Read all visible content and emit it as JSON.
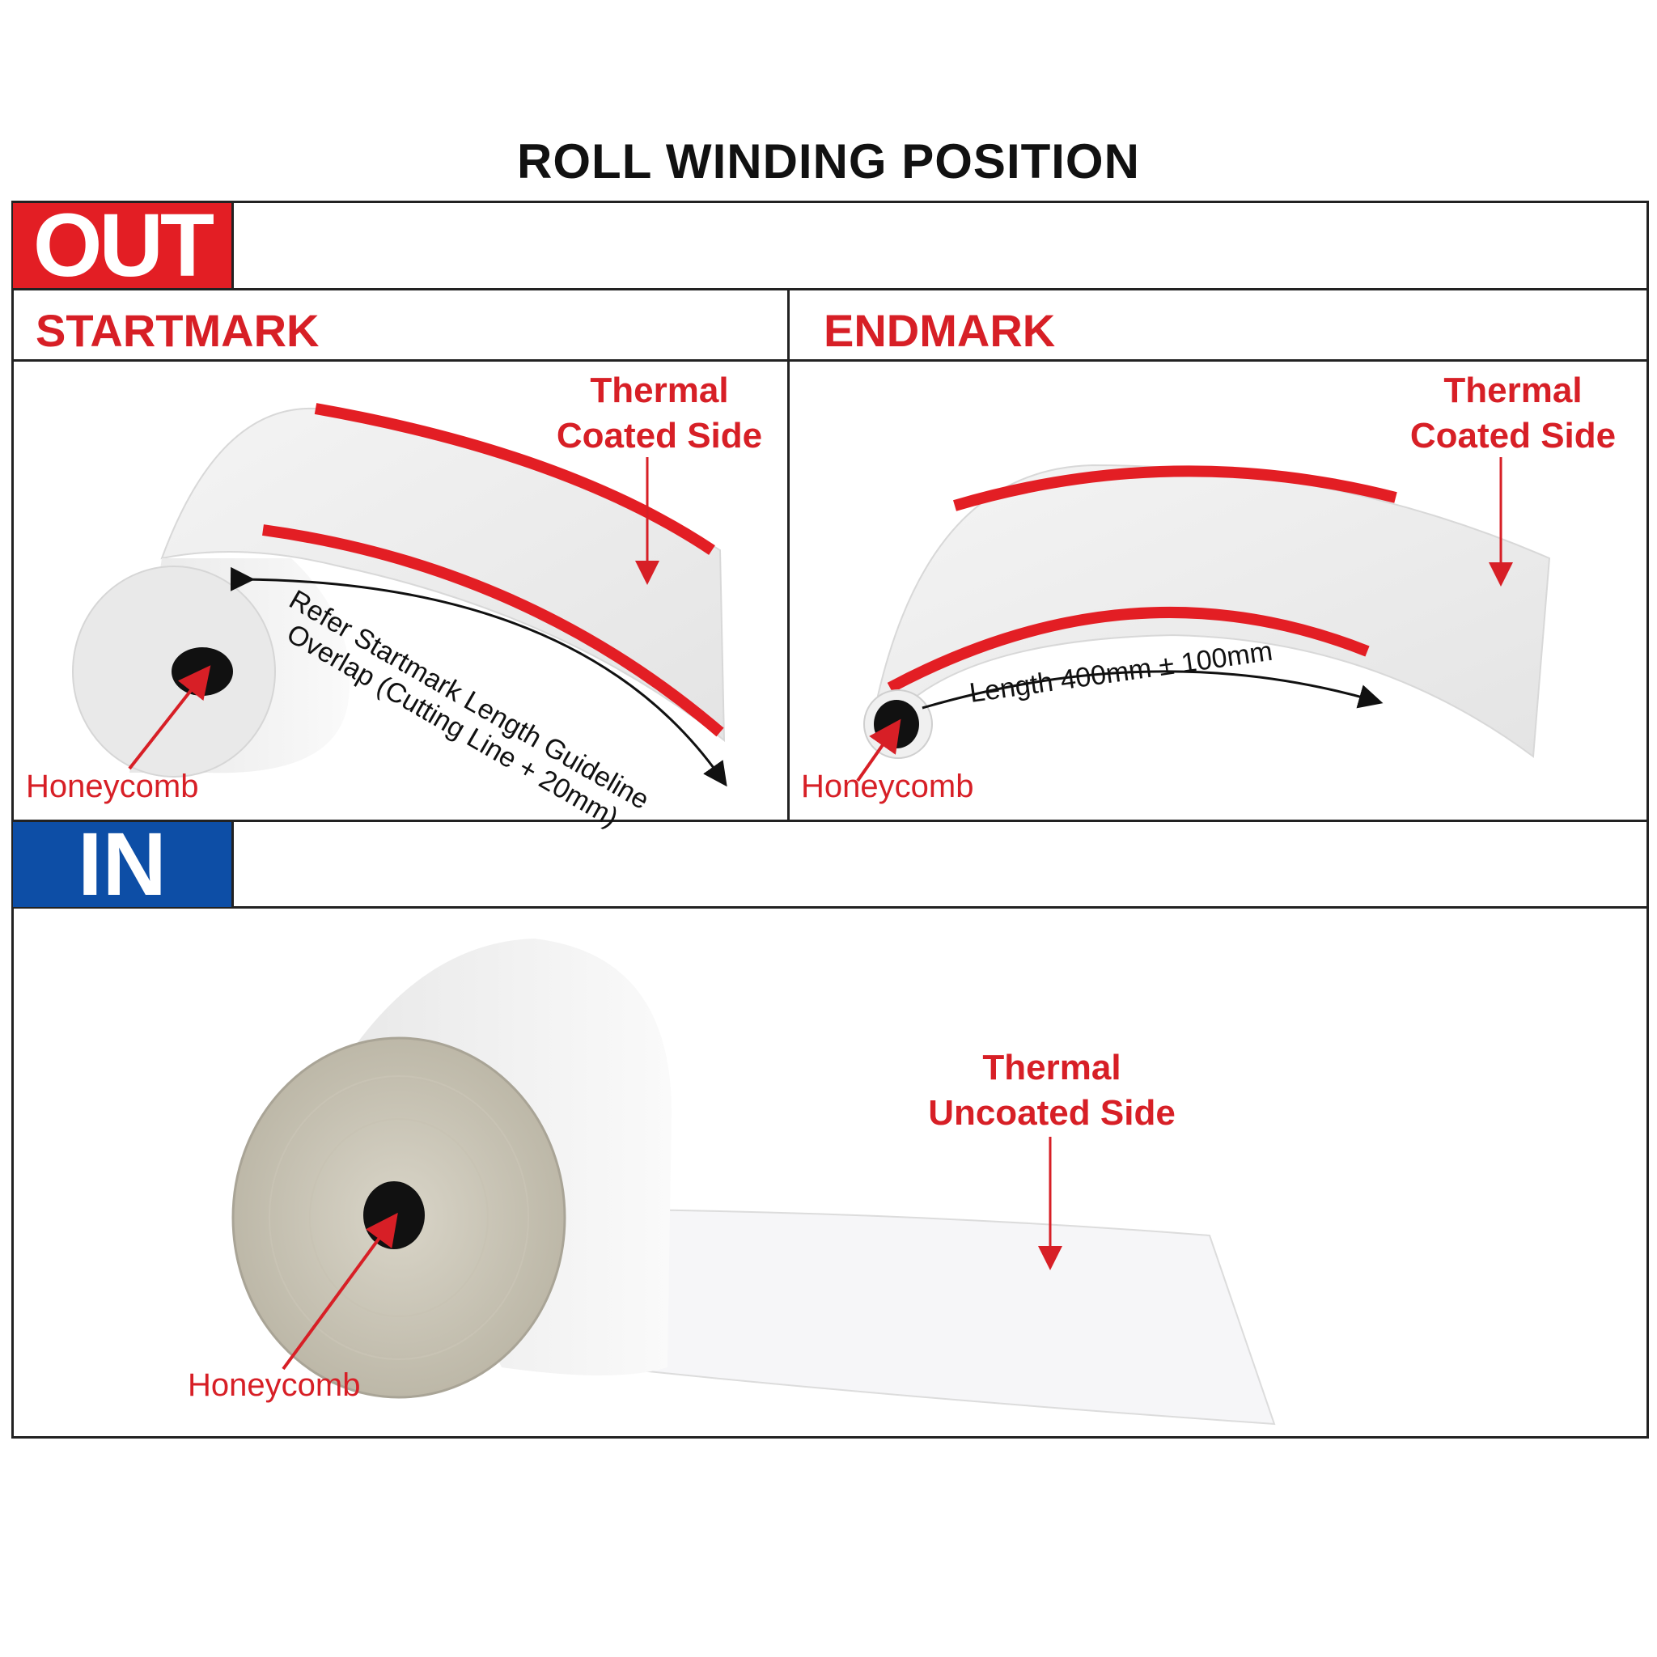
{
  "title": "ROLL WINDING POSITION",
  "out": {
    "badge": "OUT",
    "startmark": {
      "heading": "STARTMARK",
      "coated_label_line1": "Thermal",
      "coated_label_line2": "Coated Side",
      "guideline_line1": "Refer Startmark Length Guideline",
      "guideline_line2": "Overlap (Cutting Line + 20mm)",
      "core_label": "Honeycomb"
    },
    "endmark": {
      "heading": "ENDMARK",
      "coated_label_line1": "Thermal",
      "coated_label_line2": "Coated Side",
      "length_label": "Length 400mm ± 100mm",
      "core_label": "Honeycomb"
    }
  },
  "in": {
    "badge": "IN",
    "uncoated_label_line1": "Thermal",
    "uncoated_label_line2": "Uncoated Side",
    "core_label": "Honeycomb"
  },
  "colors": {
    "out_badge": "#e31e24",
    "in_badge": "#0d4ea6",
    "label_red": "#d71f26",
    "frame": "#222222"
  }
}
